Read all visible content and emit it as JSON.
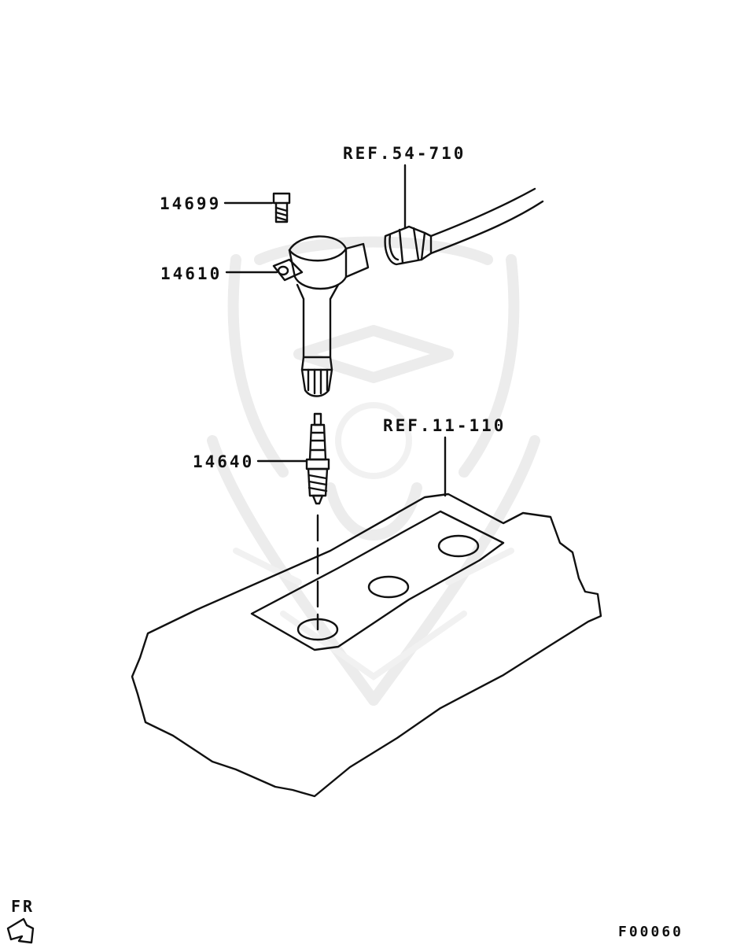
{
  "callouts": {
    "bolt": "14699",
    "ignition_coil": "14610",
    "spark_plug": "14640",
    "ref_harness": "REF.54-710",
    "ref_rocker_cover": "REF.11-110"
  },
  "orientation": {
    "label": "FR",
    "icon": "front-direction-arrow-icon"
  },
  "figure_code": "F00060",
  "colors": {
    "line": "#111111",
    "watermark": "#ececec",
    "background": "#ffffff"
  }
}
